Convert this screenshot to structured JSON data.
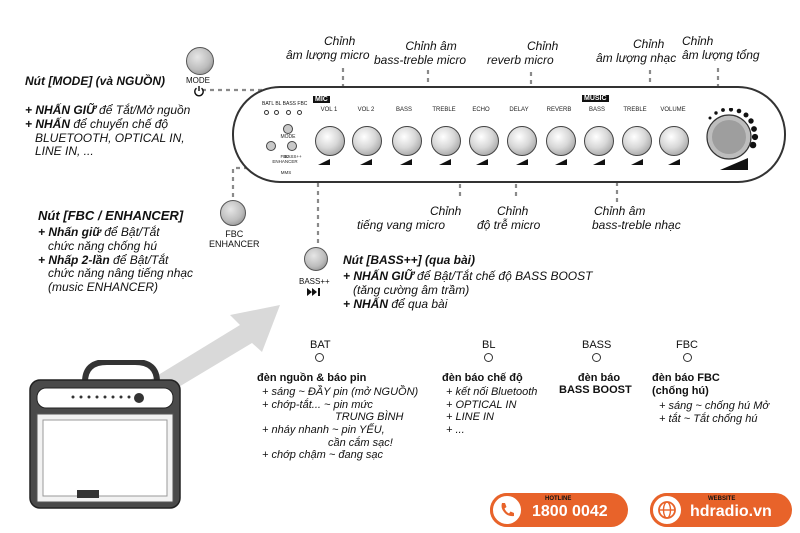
{
  "callouts_top": {
    "mic_volume": [
      "Chỉnh",
      "âm lượng micro"
    ],
    "bass_treble_mic": [
      "Chỉnh âm",
      "bass-treble micro"
    ],
    "reverb_mic": [
      "Chỉnh",
      "reverb micro"
    ],
    "music_volume": [
      "Chỉnh",
      "âm lượng nhạc"
    ],
    "master_volume": [
      "Chỉnh",
      "âm lượng tổng"
    ]
  },
  "callouts_bottom": {
    "echo_mic": [
      "Chỉnh",
      "tiếng vang micro"
    ],
    "delay_mic": [
      "Chỉnh",
      "độ trễ micro"
    ],
    "bass_treble_music": [
      "Chỉnh âm",
      "bass-treble nhạc"
    ]
  },
  "panel": {
    "mic_tag": "MIC",
    "music_tag": "MUSIC",
    "knobs": [
      "VOL 1",
      "VOL 2",
      "BASS",
      "TREBLE",
      "ECHO",
      "DELAY",
      "REVERB",
      "BASS",
      "TREBLE",
      "VOLUME"
    ],
    "leds": [
      "BATL",
      "BL",
      "BASS",
      "FBC"
    ],
    "small_buttons": [
      "MODE",
      "FBC\nENHANCER",
      "BASS++"
    ],
    "small_buttons_sub": "MMS"
  },
  "mode_button": {
    "label": "MODE",
    "icon": "power-icon",
    "title": "Nút [MODE] (và NGUỒN)",
    "lines": [
      {
        "strong": "+ NHẤN GIỮ",
        "rest": " để Tắt/Mở nguồn"
      },
      {
        "strong": "+ NHẤN",
        "rest": " để chuyển chế độ"
      }
    ],
    "extra": [
      "BLUETOOTH, OPTICAL IN,",
      "LINE IN, ..."
    ]
  },
  "fbc_button": {
    "label": [
      "FBC",
      "ENHANCER"
    ],
    "title": "Nút [FBC / ENHANCER]",
    "lines": [
      {
        "strong": "+ Nhấn giữ",
        "rest": " để Bật/Tắt"
      },
      {
        "strong": "",
        "rest": "chức năng chống hú"
      },
      {
        "strong": "+ Nhấp 2-lần",
        "rest": " để Bật/Tắt"
      },
      {
        "strong": "",
        "rest": "chức năng nâng tiếng nhạc"
      },
      {
        "strong": "",
        "rest": "(music ENHANCER)"
      }
    ]
  },
  "bass_button": {
    "label": "BASS++",
    "icon": "play-pause-icon",
    "title": "Nút [BASS++] (qua bài)",
    "lines": [
      {
        "strong": "+ NHẤN GIỮ",
        "rest": " để Bật/Tắt chế độ BASS BOOST"
      },
      {
        "strong": "",
        "rest": "(tăng cường âm trầm)"
      },
      {
        "strong": "+ NHẤN",
        "rest": " để qua bài"
      }
    ]
  },
  "indicators": [
    {
      "code": "BAT",
      "title": "đèn nguồn & báo pin",
      "items": [
        "+ sáng ~ ĐẦY pin (mở NGUỒN)",
        "+ chớp-tắt... ~ pin mức",
        "TRUNG BÌNH",
        "+ nháy nhanh ~ pin YẾU,",
        "cần cắm sạc!",
        "+ chớp chậm ~ đang sạc"
      ]
    },
    {
      "code": "BL",
      "title": "đèn báo chế độ",
      "items": [
        "+ kết nối Bluetooth",
        "+ OPTICAL IN",
        "+ LINE IN",
        "+ ..."
      ]
    },
    {
      "code": "BASS",
      "title": "đèn báo",
      "title2": "BASS BOOST",
      "items": []
    },
    {
      "code": "FBC",
      "title": "đèn báo FBC",
      "title2": "(chống hú)",
      "items": [
        "+ sáng ~ chống hú Mở",
        "+ tắt ~ Tắt chống hú"
      ]
    }
  ],
  "footer": {
    "hotline_label": "HOTLINE",
    "hotline": "1800 0042",
    "website_label": "WEBSITE",
    "website": "hdradio.vn",
    "phone_icon": "phone-icon",
    "globe_icon": "globe-icon"
  },
  "colors": {
    "accent": "#e8632a",
    "line": "#888888",
    "text": "#111111"
  }
}
